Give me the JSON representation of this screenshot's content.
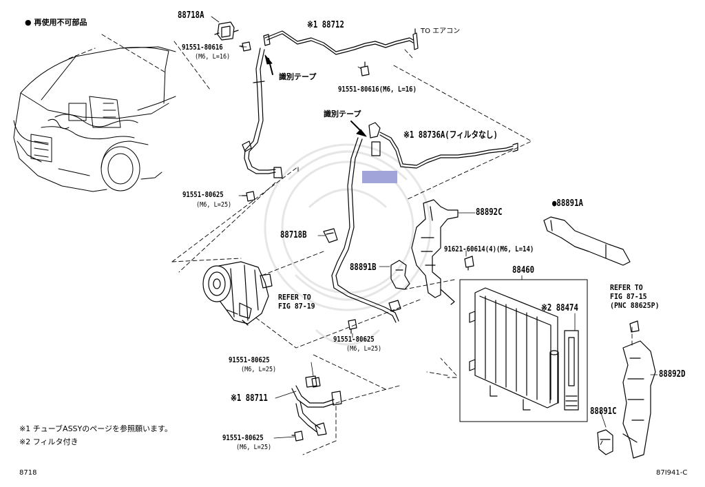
{
  "legend": {
    "bullet": "●",
    "text": "再使用不可部品"
  },
  "labels": {
    "p88718A": "88718A",
    "p88712": "※1 88712",
    "to_aircon": "TO エアコン",
    "b_top_left_pn": "91551-80616",
    "b_top_left_spec": "(M6, L=16)",
    "tape1": "識別テープ",
    "b_top_mid": "91551-80616(M6, L=16)",
    "tape2": "識別テープ",
    "p88736A": "※1 88736A(フィルタなし)",
    "b_left_pn": "91551-80625",
    "b_left_spec": "(M6, L=25)",
    "p88891A": "●88891A",
    "p88892C": "88892C",
    "p88718B": "88718B",
    "b_bracket": "91621-60614(4)(M6, L=14)",
    "p88891B": "88891B",
    "p88460": "88460",
    "refer1_l1": "REFER TO",
    "refer1_l2": "FIG 87-19",
    "p88474": "※2 88474",
    "refer2_l1": "REFER TO",
    "refer2_l2": "FIG 87-15",
    "refer2_l3": "(PNC 88625P)",
    "b_center_pn": "91551-80625",
    "b_center_spec": "(M6, L=25)",
    "b_low_pn": "91551-80625",
    "b_low_spec": "(M6, L=25)",
    "p88892D": "88892D",
    "p88711": "※1 88711",
    "p88891C": "88891C",
    "b_bottom_pn": "91551-80625",
    "b_bottom_spec": "(M6, L=25)"
  },
  "notes": [
    "※1 チューブASSYのページを参照願います。",
    "※2 フィルタ付き"
  ],
  "footer": {
    "left": "8718",
    "right": "87I941-C"
  }
}
